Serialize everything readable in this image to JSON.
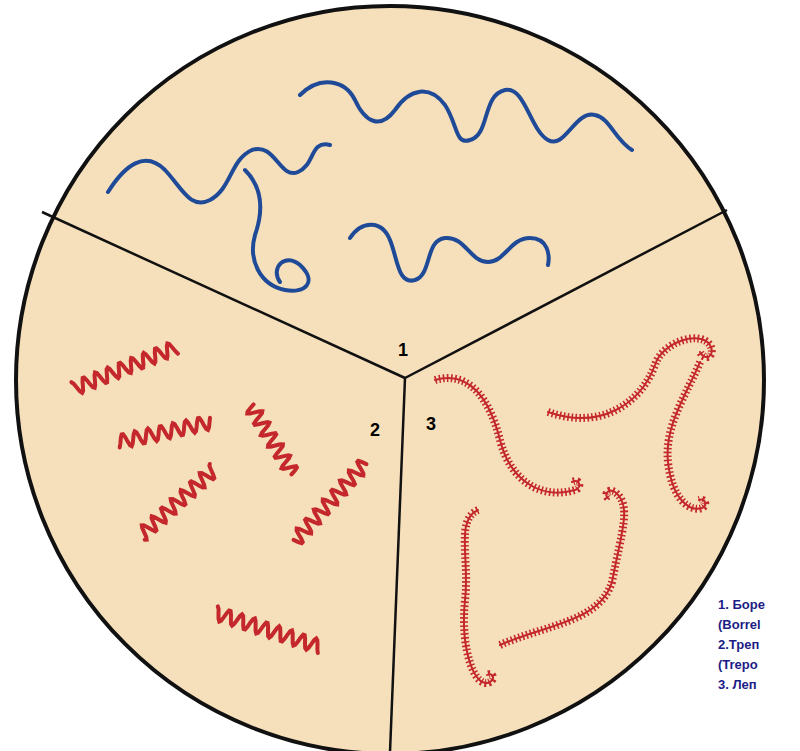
{
  "diagram": {
    "labels": [
      "1",
      "2",
      "3",
      "1. Боре",
      "(Borrel",
      "2.Треп",
      "(Trepo",
      "3. Леп"
    ]
  }
}
